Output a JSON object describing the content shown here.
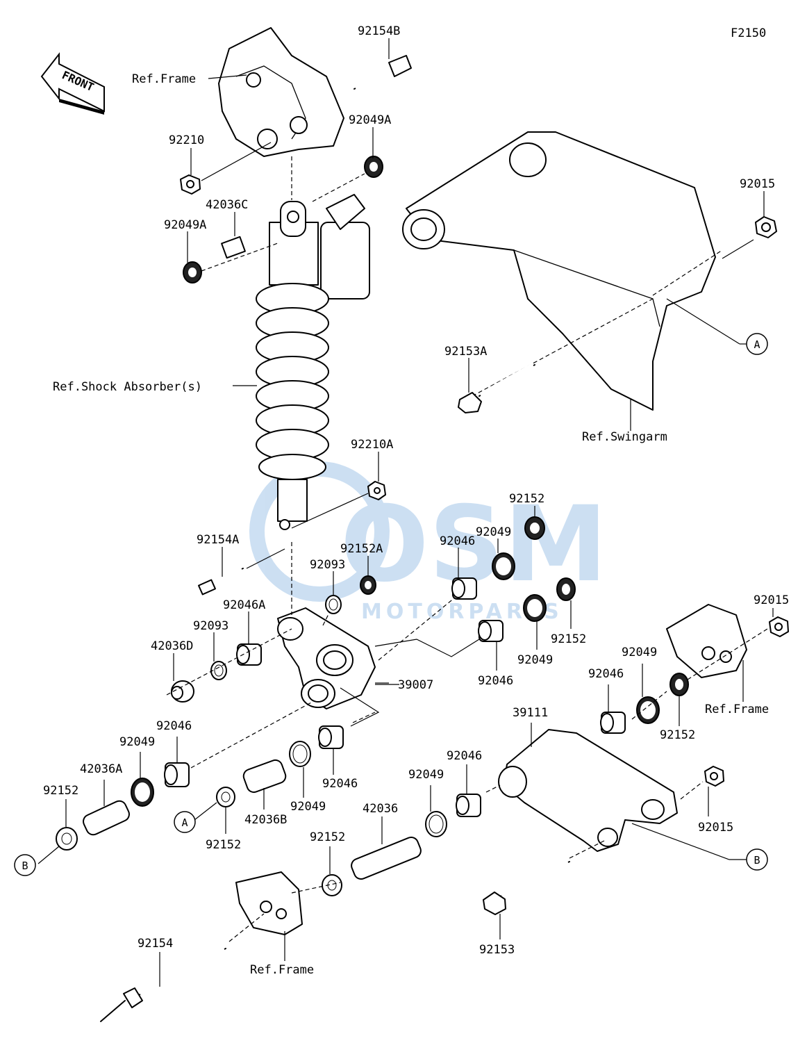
{
  "diagram": {
    "figure_code": "F2150",
    "front_arrow_text": "FRONT",
    "watermark_logo": "OSM",
    "watermark_text": "MOTORPARTS",
    "refs": {
      "frame_top": "Ref.Frame",
      "shock": "Ref.Shock Absorber(s)",
      "swingarm": "Ref.Swingarm",
      "frame_right": "Ref.Frame",
      "frame_bottom": "Ref.Frame"
    },
    "callouts": {
      "a": "A",
      "b": "B"
    },
    "parts": {
      "p92154B": "92154B",
      "p92049A_top": "92049A",
      "p92210": "92210",
      "p42036C": "42036C",
      "p92049A_left": "92049A",
      "p92015_top": "92015",
      "p92153A": "92153A",
      "p92210A": "92210A",
      "p92152_top": "92152",
      "p92049_top": "92049",
      "p92152A": "92152A",
      "p92046_top": "92046",
      "p92154A": "92154A",
      "p92093_upper": "92093",
      "p92046A": "92046A",
      "p92093_lower": "92093",
      "p42036D": "42036D",
      "p92015_right": "92015",
      "p92152_right_upper": "92152",
      "p92049_mid_right": "92049",
      "p92046_mid_right": "92046",
      "p39007": "39007",
      "p92049_right": "92049",
      "p92046_right": "92046",
      "p39111": "39111",
      "p92152_right_lower": "92152",
      "p92046_left": "92046",
      "p92049_left": "92049",
      "p42036A": "42036A",
      "p92152_left": "92152",
      "p92046_center": "92046",
      "p92049_center": "92049",
      "p42036B": "42036B",
      "p92152_center": "92152",
      "p92046_lower": "92046",
      "p92049_lower": "92049",
      "p42036": "42036",
      "p92152_lower": "92152",
      "p92015_lower": "92015",
      "p92153": "92153",
      "p92154": "92154"
    }
  }
}
